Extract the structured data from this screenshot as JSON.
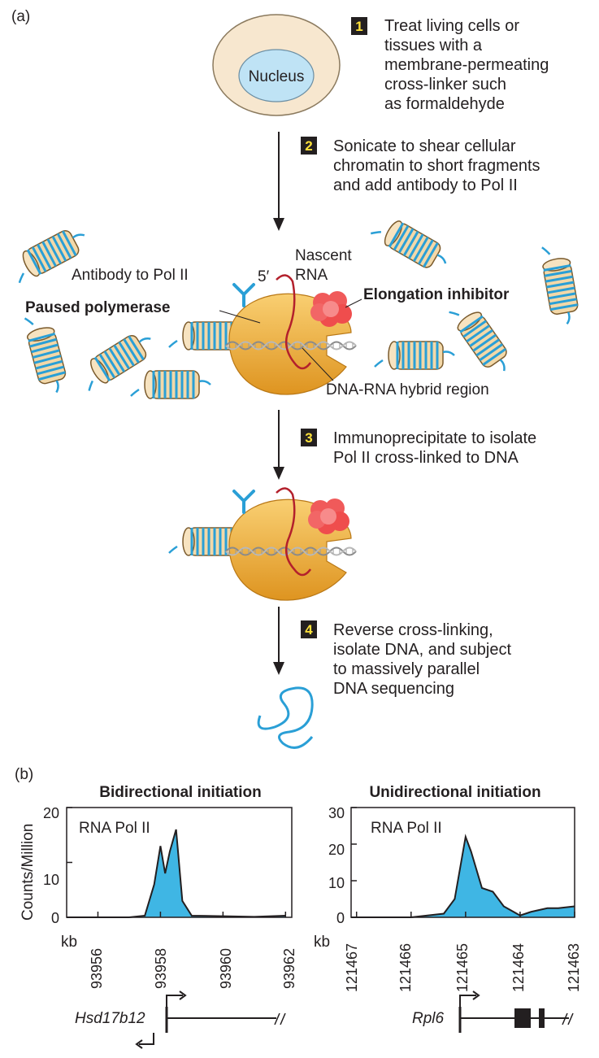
{
  "panel_a": {
    "label": "(a)",
    "nucleus_label": "Nucleus",
    "steps": [
      {
        "number": "1",
        "lines": [
          "Treat living cells or",
          "tissues with a",
          "membrane-permeating",
          "cross-linker such",
          "as formaldehyde"
        ]
      },
      {
        "number": "2",
        "lines": [
          "Sonicate to shear cellular",
          "chromatin to short fragments",
          "and add antibody to Pol II"
        ]
      },
      {
        "number": "3",
        "lines": [
          "Immunoprecipitate to isolate",
          "Pol II cross-linked to DNA"
        ]
      },
      {
        "number": "4",
        "lines": [
          "Reverse cross-linking,",
          "isolate DNA, and subject",
          "to massively parallel",
          "DNA sequencing"
        ]
      }
    ],
    "labels": {
      "nascent_1": "Nascent",
      "nascent_2": "RNA",
      "five_prime": "5′",
      "antibody": "Antibody to Pol II",
      "paused": "Paused polymerase",
      "inhibitor": "Elongation inhibitor",
      "hybrid": "DNA-RNA hybrid region"
    }
  },
  "panel_b": {
    "label": "(b)",
    "ylabel": "Counts/Million",
    "kb_label": "kb",
    "left": {
      "title": "Bidirectional initiation",
      "series_label": "RNA Pol II",
      "yticks": [
        "20",
        "10",
        "0"
      ],
      "xticks": [
        "93956",
        "93958",
        "93960",
        "93962"
      ],
      "gene": "Hsd17b12"
    },
    "right": {
      "title": "Unidirectional initiation",
      "series_label": "RNA Pol II",
      "yticks": [
        "30",
        "20",
        "10",
        "0"
      ],
      "xticks": [
        "121467",
        "121466",
        "121465",
        "121464",
        "121463"
      ],
      "gene": "Rpl6"
    }
  },
  "colors": {
    "badge_bg": "#231f20",
    "badge_text": "#ffe23a",
    "nucleus": "#bfe3f5",
    "cell": "#f7e7cf",
    "polymerase": "#f2b03c",
    "dna": "#2a9fd6",
    "rna": "#b3202c",
    "inhibitor": "#f05a5a",
    "peak_fill": "#3fb6e4"
  },
  "chart_data": [
    {
      "type": "area",
      "title": "Bidirectional initiation",
      "series": [
        {
          "name": "RNA Pol II",
          "x": [
            93955,
            93956,
            93957,
            93957.5,
            93957.8,
            93958,
            93958.15,
            93958.3,
            93958.5,
            93958.7,
            93959,
            93960,
            93961,
            93962
          ],
          "values": [
            0,
            0,
            0,
            0.3,
            6,
            13,
            8,
            12,
            16,
            3,
            0.3,
            0.2,
            0.1,
            0.3
          ]
        }
      ],
      "xlabel": "kb",
      "ylabel": "Counts/Million",
      "ylim": [
        0,
        20
      ],
      "xticks": [
        93956,
        93958,
        93960,
        93962
      ]
    },
    {
      "type": "area",
      "title": "Unidirectional initiation",
      "series": [
        {
          "name": "RNA Pol II",
          "x": [
            121467.5,
            121467,
            121466,
            121465.4,
            121465.2,
            121465,
            121464.9,
            121464.7,
            121464.5,
            121464.3,
            121464,
            121463.8,
            121463.5,
            121463.3,
            121463
          ],
          "values": [
            0,
            0,
            0,
            1,
            5,
            22,
            18,
            8,
            7,
            3,
            0.5,
            1.5,
            2.5,
            2.5,
            3
          ]
        }
      ],
      "xlabel": "kb",
      "ylabel": "Counts/Million",
      "ylim": [
        0,
        30
      ],
      "xticks": [
        121467,
        121466,
        121465,
        121464,
        121463
      ]
    }
  ]
}
